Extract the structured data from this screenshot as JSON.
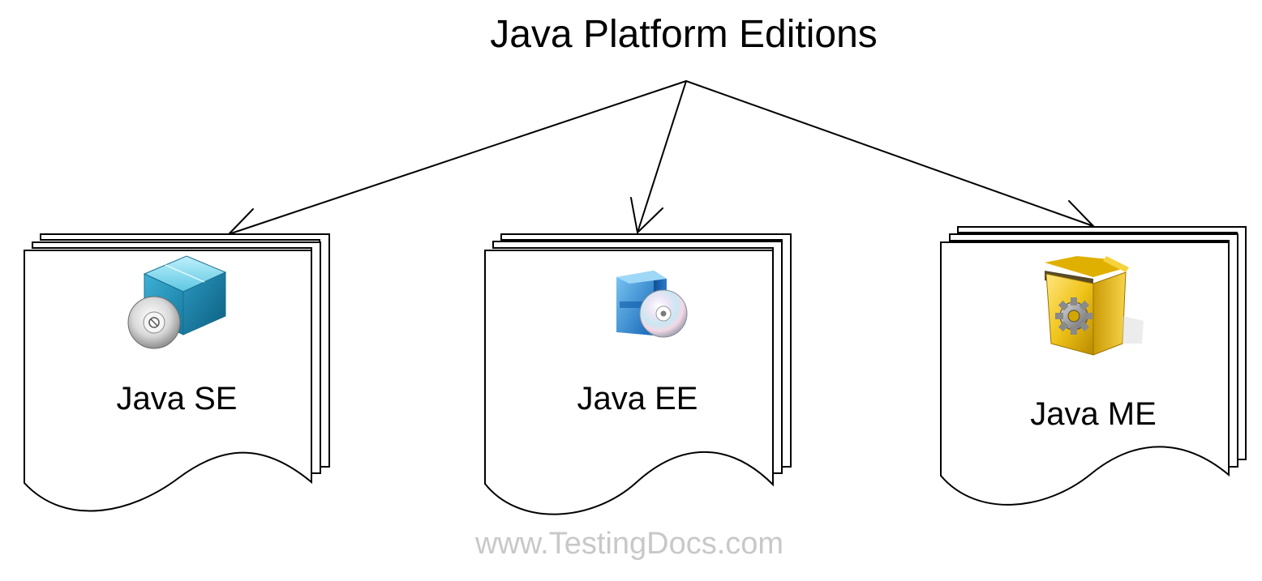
{
  "title": "Java Platform Editions",
  "watermark": "www.TestingDocs.com",
  "colors": {
    "line": "#000000",
    "watermark": "#c8c8c8"
  },
  "editions": [
    {
      "label": "Java SE",
      "icon": "blue-box-with-disc-icon"
    },
    {
      "label": "Java EE",
      "icon": "software-box-with-cd-icon"
    },
    {
      "label": "Java ME",
      "icon": "yellow-box-with-gear-icon"
    }
  ]
}
